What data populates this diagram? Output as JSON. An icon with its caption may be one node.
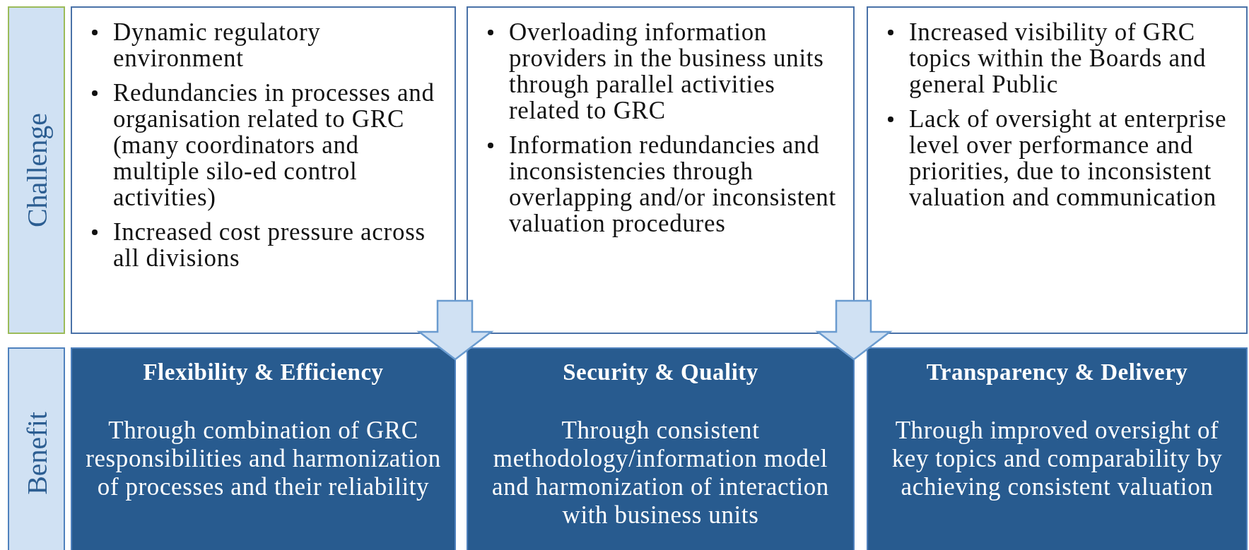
{
  "diagram": {
    "nodes": [
      {
        "text": [
          "Challenge"
        ]
      },
      {
        "text": [
          "Dynamic regulatory environment",
          "Redundancies in processes and organisation related to GRC (many coordinators and multiple silo-ed control activities)",
          "Increased cost pressure across all divisions"
        ]
      },
      {
        "text": [
          "Overloading information providers in the business units through parallel activities related to GRC",
          "Information redundancies and inconsistencies through overlapping and/or inconsistent valuation procedures"
        ]
      },
      {
        "text": [
          "Increased visibility of GRC topics within the Boards and general Public",
          "Lack of oversight at enterprise level over performance and priorities, due to inconsistent valuation and communication"
        ]
      },
      {
        "text": [
          "Benefit"
        ]
      },
      {
        "text": [
          "Flexibility & Efficiency",
          "Through combination of GRC responsibilities and harmonization of processes and their reliability"
        ]
      },
      {
        "text": [
          "Security & Quality",
          "Through consistent methodology/information model and harmonization of interaction with business units"
        ]
      },
      {
        "text": [
          "Transparency & Delivery",
          "Through improved oversight of key topics and comparability by achieving consistent valuation"
        ]
      }
    ],
    "edges": [
      {
        "from": 1,
        "to": 5,
        "arrow": "to"
      },
      {
        "from": 2,
        "to": 6,
        "arrow": "to"
      }
    ]
  }
}
